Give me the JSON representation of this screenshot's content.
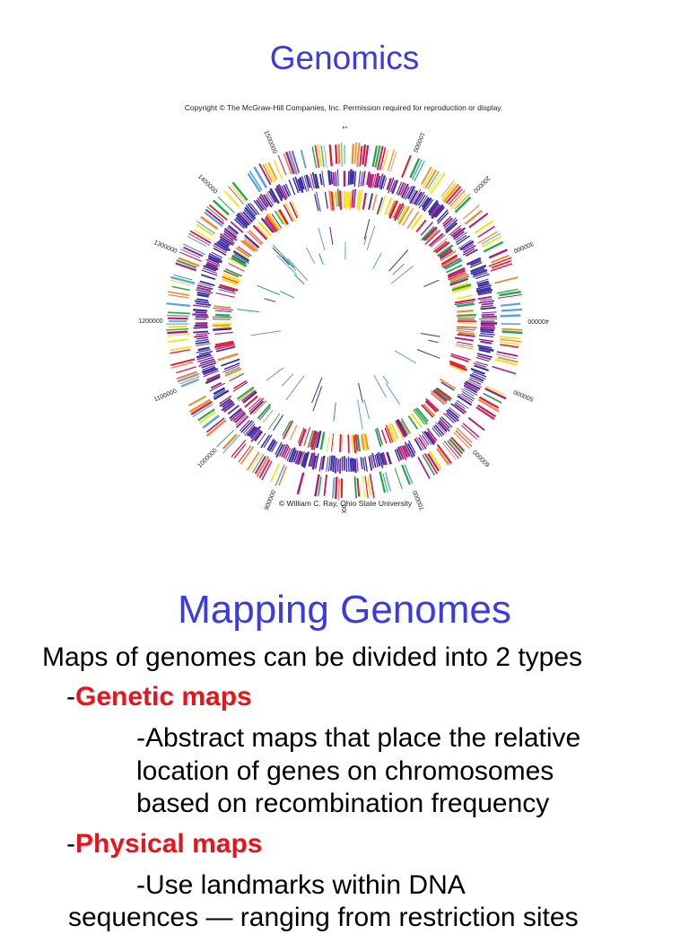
{
  "slide1": {
    "title": "Genomics",
    "figure": {
      "copyright_top": "Copyright © The McGraw-Hill Companies, Inc. Permission required for reproduction or display.",
      "credit_bottom": "© William C. Ray, Ohio State University",
      "ring_labels": [
        "1",
        "100000",
        "200000",
        "300000",
        "400000",
        "500000",
        "600000",
        "700000",
        "800000",
        "900000",
        "1000000",
        "1100000",
        "1200000",
        "1300000",
        "1400000",
        "1500000"
      ],
      "colors": [
        "#3d2fa3",
        "#e01e3c",
        "#22a84a",
        "#f5e21c",
        "#f28a3a",
        "#b0207a",
        "#5aa0e6",
        "#8e8e8e"
      ]
    }
  },
  "slide2": {
    "title": "Mapping Genomes",
    "intro": "Maps of genomes can be divided into 2 types",
    "dash": "-",
    "genetic": {
      "term": "Genetic maps",
      "desc_lines": [
        "-Abstract maps that place the relative",
        "location of genes on chromosomes",
        "based on recombination frequency"
      ]
    },
    "physical": {
      "term": "Physical maps",
      "desc_lines": [
        "-Use landmarks within DNA",
        "sequences — ranging from restriction sites"
      ]
    }
  }
}
